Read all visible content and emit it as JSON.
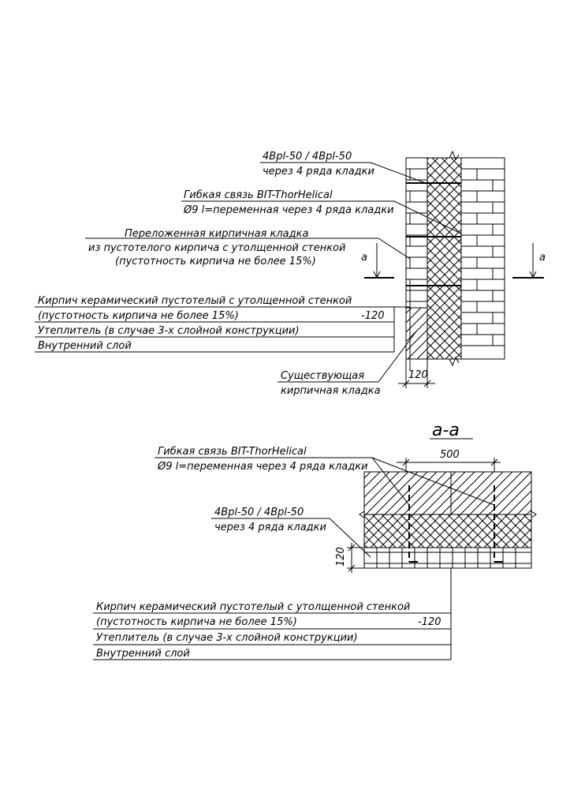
{
  "elevation": {
    "label_mesh": [
      "4Bpl-50 / 4Bpl-50",
      "через 4 ряда кладки"
    ],
    "label_tie": [
      "Гибкая связь BIT-ThorHelical",
      "Ø9 l=переменная через 4 ряда кладки"
    ],
    "label_relaid": [
      "Переложенная кирпичная кладка",
      "из пустотелого кирпича с утолщенной стенкой",
      "(пустотность кирпича не более 15%)"
    ],
    "layers": [
      {
        "text": "Кирпич керамический пустотелый с утолщенной стенкой"
      },
      {
        "text": "(пустотность кирпича не более 15%)",
        "value": "-120"
      },
      {
        "text": "Утеплитель (в случае 3-х слойной конструкции)"
      },
      {
        "text": "Внутренний слой"
      }
    ],
    "label_existing": [
      "Существующая",
      "кирпичная кладка"
    ],
    "section_mark": "а",
    "dim_120": "120"
  },
  "section": {
    "title": "а-а",
    "label_tie": [
      "Гибкая связь BIT-ThorHelical",
      "Ø9 l=переменная через 4 ряда кладки"
    ],
    "label_mesh": [
      "4Bpl-50 / 4Bpl-50",
      "через 4 ряда кладки"
    ],
    "dim_500": "500",
    "dim_120": "120",
    "layers": [
      {
        "text": "Кирпич керамический пустотелый с утолщенной стенкой"
      },
      {
        "text": "(пустотность кирпича не более 15%)",
        "value": "-120"
      },
      {
        "text": "Утеплитель (в случае 3-х слойной конструкции)"
      },
      {
        "text": "Внутренний слой"
      }
    ]
  }
}
